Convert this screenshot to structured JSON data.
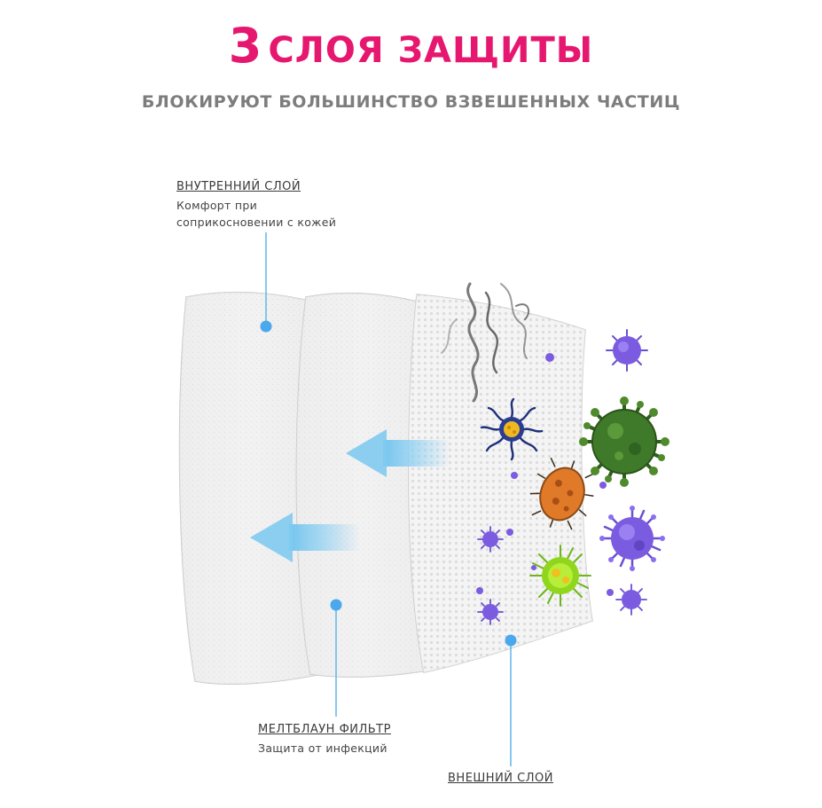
{
  "header": {
    "title_number": "3",
    "title_text": "СЛОЯ ЗАЩИТЫ",
    "subtitle": "БЛОКИРУЮТ БОЛЬШИНСТВО ВЗВЕШЕННЫХ ЧАСТИЦ"
  },
  "layers": {
    "inner": {
      "name": "ВНУТРЕННИЙ СЛОЙ",
      "description_lines": [
        "Комфорт при",
        "соприкосновении с кожей"
      ]
    },
    "meltblown": {
      "name": "МЕЛТБЛАУН ФИЛЬТР",
      "description_lines": [
        "Защита от инфекций"
      ]
    },
    "outer": {
      "name": "ВНЕШНИЙ СЛОЙ"
    }
  },
  "colors": {
    "title": "#e6176f",
    "subtitle": "#7d7d7d",
    "callout_line": "#5fb6ee",
    "callout_dot": "#4aa8ec",
    "arrow": "#8fd0f2",
    "virus_purple": "#7b5ce0",
    "virus_green": "#3f7a2a",
    "bacteria_orange": "#e07a28",
    "cell_yellow": "#f0b820",
    "cell_lime": "#8fd61c"
  },
  "icons": [
    "smoke-icon",
    "virus-icon",
    "bacteria-icon",
    "microbe-icon",
    "arrow-left-icon"
  ]
}
